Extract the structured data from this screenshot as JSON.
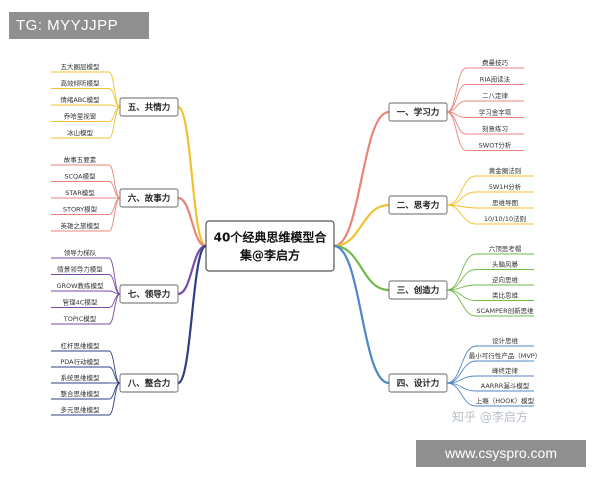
{
  "watermark": {
    "tag": "TG: MYYJJPP",
    "url": "www.csyspro.com",
    "zhihu": "知乎 @李启方"
  },
  "center": {
    "line1": "40个经典思维模型合",
    "line2": "集@李启方"
  },
  "colors": {
    "learning": "#e8847a",
    "thinking": "#f2c12e",
    "creativity": "#73b94c",
    "design": "#4f86c6",
    "empathy": "#f2c12e",
    "story": "#e8847a",
    "leadership": "#7a4aa8",
    "integration": "#2f3f86"
  },
  "branches": [
    {
      "key": "learning",
      "side": "right",
      "title": "一、学习力",
      "items": [
        "费曼技巧",
        "RIA阅读法",
        "二八定律",
        "学习金字塔",
        "刻意练习",
        "SWOT分析"
      ]
    },
    {
      "key": "thinking",
      "side": "right",
      "title": "二、思考力",
      "items": [
        "黄金圈法则",
        "5W1H分析",
        "思维导图",
        "10/10/10法则"
      ]
    },
    {
      "key": "creativity",
      "side": "right",
      "title": "三、创造力",
      "items": [
        "六顶思考帽",
        "头脑风暴",
        "逆向思维",
        "类比思维",
        "SCAMPER创新思维"
      ]
    },
    {
      "key": "design",
      "side": "right",
      "title": "四、设计力",
      "items": [
        "设计思维",
        "最小可行性产品（MVP）",
        "峰终定律",
        "AARRR漏斗模型",
        "上瘾（HOOK）模型"
      ]
    },
    {
      "key": "empathy",
      "side": "left",
      "title": "五、共情力",
      "items": [
        "五大圈层模型",
        "高效倾听模型",
        "情绪ABC模型",
        "乔哈里视窗",
        "冰山模型"
      ]
    },
    {
      "key": "story",
      "side": "left",
      "title": "六、故事力",
      "items": [
        "故事五要素",
        "SCQA模型",
        "STAR模型",
        "STORY模型",
        "英雄之旅模型"
      ]
    },
    {
      "key": "leadership",
      "side": "left",
      "title": "七、领导力",
      "items": [
        "领导力梯队",
        "情景领导力模型",
        "GROW教练模型",
        "管理4C模型",
        "TOPIC模型"
      ]
    },
    {
      "key": "integration",
      "side": "left",
      "title": "八、整合力",
      "items": [
        "杠杆思维模型",
        "PDA行动模型",
        "系统思维模型",
        "整合思维模型",
        "多元思维模型"
      ]
    }
  ]
}
